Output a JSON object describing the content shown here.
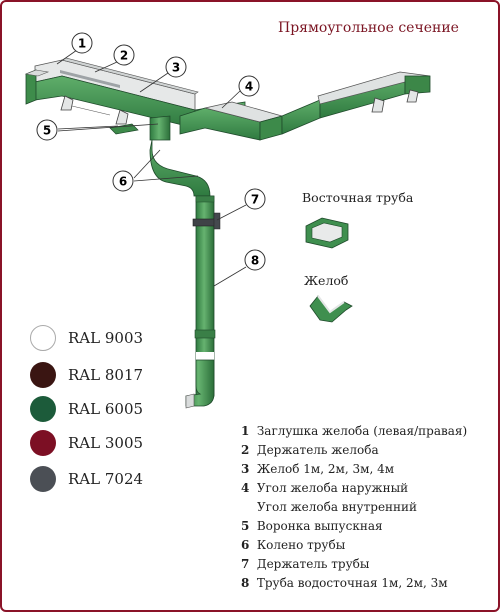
{
  "title": "Прямоугольное сечение",
  "callouts": [
    "1",
    "2",
    "3",
    "4",
    "5",
    "6",
    "7",
    "8"
  ],
  "side_labels": {
    "downpipe": "Восточная труба",
    "gutter": "Желоб"
  },
  "colors": [
    {
      "label": "RAL 9003",
      "hex": "#ffffff"
    },
    {
      "label": "RAL 8017",
      "hex": "#3a1512"
    },
    {
      "label": "RAL 6005",
      "hex": "#1c5b3a"
    },
    {
      "label": "RAL 3005",
      "hex": "#7c0f24"
    },
    {
      "label": "RAL 7024",
      "hex": "#4b4f55"
    }
  ],
  "legend": [
    {
      "num": "1",
      "text": "Заглушка желоба (левая/правая)"
    },
    {
      "num": "2",
      "text": "Держатель желоба"
    },
    {
      "num": "3",
      "text": "Желоб 1м, 2м, 3м, 4м"
    },
    {
      "num": "4",
      "text": "Угол желоба наружный",
      "text2": "Угол желоба внутренний"
    },
    {
      "num": "5",
      "text": "Воронка выпускная"
    },
    {
      "num": "6",
      "text": "Колено трубы"
    },
    {
      "num": "7",
      "text": "Держатель трубы"
    },
    {
      "num": "8",
      "text": "Труба водосточная 1м, 2м, 3м"
    }
  ],
  "accent_color": "#7b1523",
  "product_color": "#3f8f4f"
}
